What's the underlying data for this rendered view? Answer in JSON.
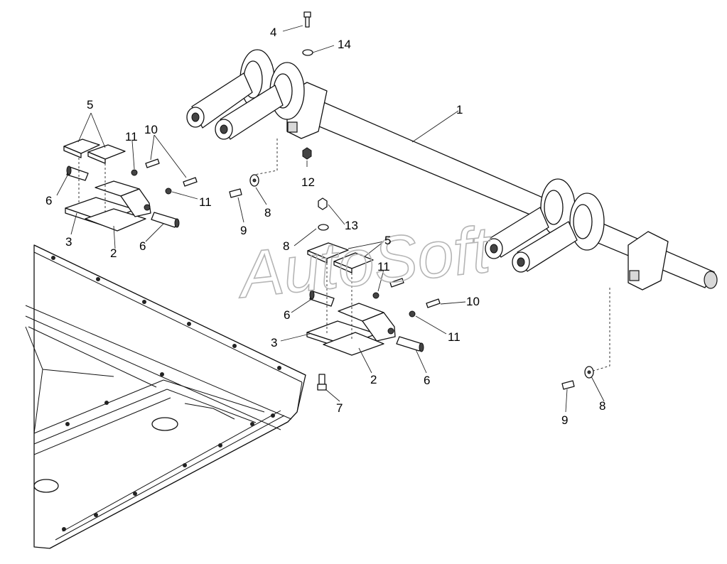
{
  "watermark": "AutoSoft",
  "callouts": [
    {
      "id": "c-4",
      "text": "4"
    },
    {
      "id": "c-14",
      "text": "14"
    },
    {
      "id": "c-1",
      "text": "1"
    },
    {
      "id": "c-12",
      "text": "12"
    },
    {
      "id": "c-9a",
      "text": "9"
    },
    {
      "id": "c-8a",
      "text": "8"
    },
    {
      "id": "c-5a",
      "text": "5"
    },
    {
      "id": "c-11a",
      "text": "11"
    },
    {
      "id": "c-10a",
      "text": "10"
    },
    {
      "id": "c-6a",
      "text": "6"
    },
    {
      "id": "c-11b",
      "text": "11"
    },
    {
      "id": "c-3a",
      "text": "3"
    },
    {
      "id": "c-2a",
      "text": "2"
    },
    {
      "id": "c-6b",
      "text": "6"
    },
    {
      "id": "c-13",
      "text": "13"
    },
    {
      "id": "c-8b",
      "text": "8"
    },
    {
      "id": "c-5b",
      "text": "5"
    },
    {
      "id": "c-11c",
      "text": "11"
    },
    {
      "id": "c-6c",
      "text": "6"
    },
    {
      "id": "c-10b",
      "text": "10"
    },
    {
      "id": "c-11d",
      "text": "11"
    },
    {
      "id": "c-3b",
      "text": "3"
    },
    {
      "id": "c-2b",
      "text": "2"
    },
    {
      "id": "c-6d",
      "text": "6"
    },
    {
      "id": "c-7",
      "text": "7"
    },
    {
      "id": "c-9b",
      "text": "9"
    },
    {
      "id": "c-8c",
      "text": "8"
    }
  ]
}
